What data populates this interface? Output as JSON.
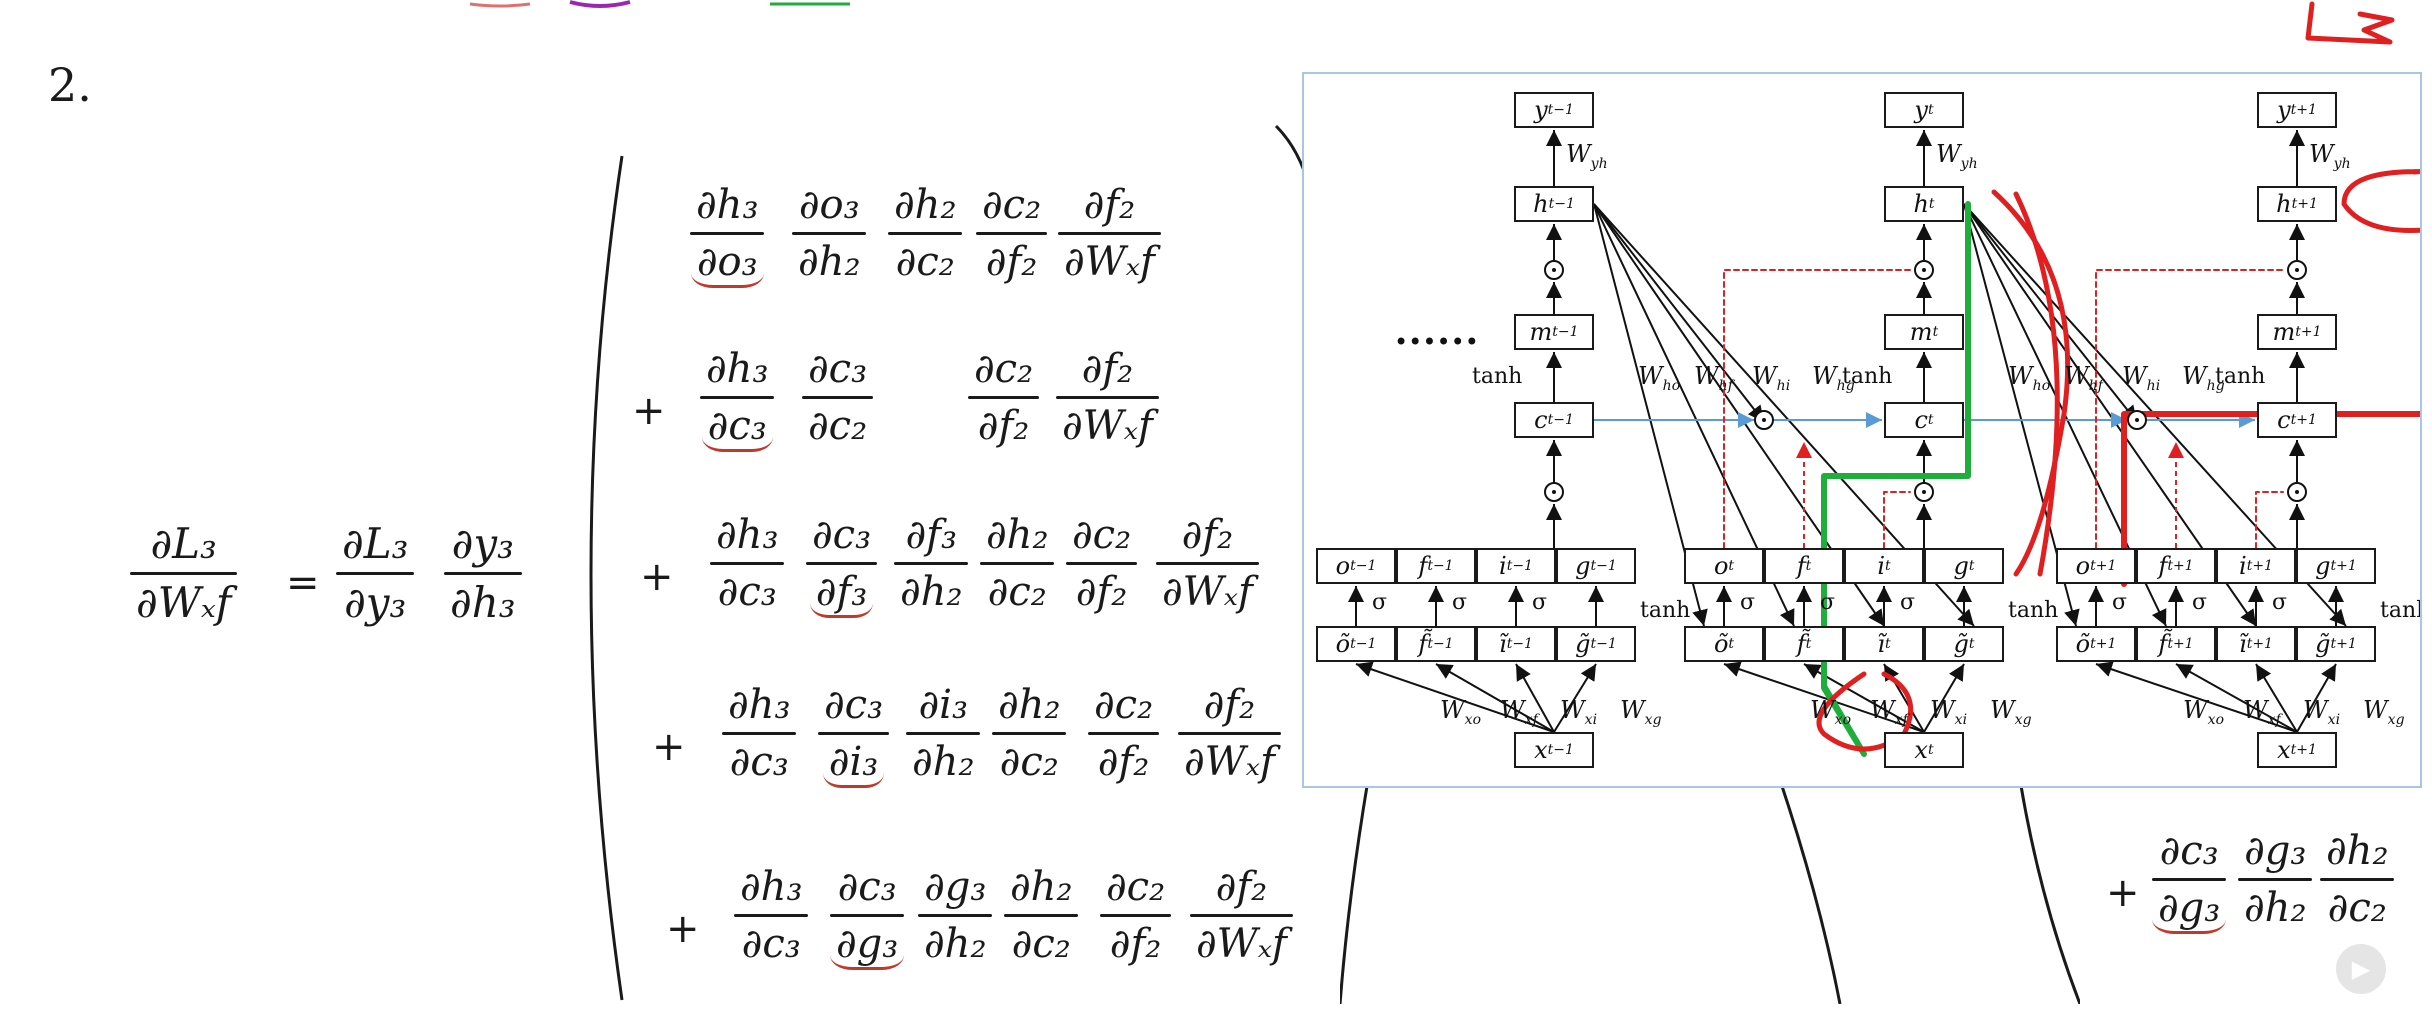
{
  "problem_number": "2.",
  "colors": {
    "ink": "#1a1a1a",
    "red_annotation": "#e02020",
    "green_path": "#1fae3c",
    "panel_border": "#a9c6e6",
    "blue_arrow": "#5b9bd5",
    "red_dotted": "#e02020"
  },
  "lhs": {
    "num": "∂L₃",
    "den": "∂Wₓf"
  },
  "rhs_prefix": [
    {
      "num": "∂L₃",
      "den": "∂y₃"
    },
    {
      "num": "∂y₃",
      "den": "∂h₃"
    }
  ],
  "terms": [
    {
      "sign": "",
      "fracs": [
        {
          "num": "∂h₃",
          "den": "∂o₃"
        },
        {
          "num": "∂o₃",
          "den": "∂h₂"
        },
        {
          "num": "∂h₂",
          "den": "∂c₂"
        },
        {
          "num": "∂c₂",
          "den": "∂f₂"
        },
        {
          "num": "∂f₂",
          "den": "∂Wₓf"
        }
      ]
    },
    {
      "sign": "+",
      "fracs": [
        {
          "num": "∂h₃",
          "den": "∂c₃"
        },
        {
          "num": "∂c₃",
          "den": "∂c₂"
        },
        {
          "num": "∂c₂",
          "den": "∂f₂"
        },
        {
          "num": "∂f₂",
          "den": "∂Wₓf"
        }
      ]
    },
    {
      "sign": "+",
      "fracs": [
        {
          "num": "∂h₃",
          "den": "∂c₃"
        },
        {
          "num": "∂c₃",
          "den": "∂f₃"
        },
        {
          "num": "∂f₃",
          "den": "∂h₂"
        },
        {
          "num": "∂h₂",
          "den": "∂c₂"
        },
        {
          "num": "∂c₂",
          "den": "∂f₂"
        },
        {
          "num": "∂f₂",
          "den": "∂Wₓf"
        }
      ]
    },
    {
      "sign": "+",
      "fracs": [
        {
          "num": "∂h₃",
          "den": "∂c₃"
        },
        {
          "num": "∂c₃",
          "den": "∂i₃"
        },
        {
          "num": "∂i₃",
          "den": "∂h₂"
        },
        {
          "num": "∂h₂",
          "den": "∂c₂"
        },
        {
          "num": "∂c₂",
          "den": "∂f₂"
        },
        {
          "num": "∂f₂",
          "den": "∂Wₓf"
        }
      ]
    },
    {
      "sign": "+",
      "fracs": [
        {
          "num": "∂h₃",
          "den": "∂c₃"
        },
        {
          "num": "∂c₃",
          "den": "∂g₃"
        },
        {
          "num": "∂g₃",
          "den": "∂h₂"
        },
        {
          "num": "∂h₂",
          "den": "∂c₂"
        },
        {
          "num": "∂c₂",
          "den": "∂f₂"
        },
        {
          "num": "∂f₂",
          "den": "∂Wₓf"
        }
      ]
    }
  ],
  "side_term": {
    "sign": "+",
    "fracs": [
      {
        "num": "∂c₃",
        "den": "∂g₃"
      },
      {
        "num": "∂g₃",
        "den": "∂h₂"
      },
      {
        "num": "∂h₂",
        "den": "∂c₂"
      }
    ]
  },
  "diagram": {
    "ellipsis": "••••••",
    "columns": [
      {
        "y": "y",
        "y_sub": "t−1",
        "h": "h",
        "h_sub": "t−1",
        "m": "m",
        "m_sub": "t−1",
        "c": "c",
        "c_sub": "t−1",
        "gates": [
          {
            "l": "o",
            "s": "t−1"
          },
          {
            "l": "f",
            "s": "t−1"
          },
          {
            "l": "i",
            "s": "t−1"
          },
          {
            "l": "g",
            "s": "t−1"
          }
        ],
        "pre": [
          {
            "l": "õ",
            "s": "t−1"
          },
          {
            "l": "f̃",
            "s": "t−1"
          },
          {
            "l": "ĩ",
            "s": "t−1"
          },
          {
            "l": "g̃",
            "s": "t−1"
          }
        ],
        "x": "x",
        "x_sub": "t−1"
      },
      {
        "y": "y",
        "y_sub": "t",
        "h": "h",
        "h_sub": "t",
        "m": "m",
        "m_sub": "t",
        "c": "c",
        "c_sub": "t",
        "gates": [
          {
            "l": "o",
            "s": "t"
          },
          {
            "l": "f",
            "s": "t"
          },
          {
            "l": "i",
            "s": "t"
          },
          {
            "l": "g",
            "s": "t"
          }
        ],
        "pre": [
          {
            "l": "õ",
            "s": "t"
          },
          {
            "l": "f̃",
            "s": "t"
          },
          {
            "l": "ĩ",
            "s": "t"
          },
          {
            "l": "g̃",
            "s": "t"
          }
        ],
        "x": "x",
        "x_sub": "t"
      },
      {
        "y": "y",
        "y_sub": "t+1",
        "h": "h",
        "h_sub": "t+1",
        "m": "m",
        "m_sub": "t+1",
        "c": "c",
        "c_sub": "t+1",
        "gates": [
          {
            "l": "o",
            "s": "t+1"
          },
          {
            "l": "f",
            "s": "t+1"
          },
          {
            "l": "i",
            "s": "t+1"
          },
          {
            "l": "g",
            "s": "t+1"
          }
        ],
        "pre": [
          {
            "l": "õ",
            "s": "t+1"
          },
          {
            "l": "f̃",
            "s": "t+1"
          },
          {
            "l": "ĩ",
            "s": "t+1"
          },
          {
            "l": "g̃",
            "s": "t+1"
          }
        ],
        "x": "x",
        "x_sub": "t+1"
      }
    ],
    "labels": {
      "wyh": "W",
      "wyh_sub": "yh",
      "tanh": "tanh",
      "sigma": "σ",
      "who": "W",
      "who_sub": "ho",
      "whf": "W",
      "whf_sub": "hf",
      "whi": "W",
      "whi_sub": "hi",
      "whg": "W",
      "whg_sub": "hg",
      "wxo": "W",
      "wxo_sub": "xo",
      "wxf": "W",
      "wxf_sub": "xf",
      "wxi": "W",
      "wxi_sub": "xi",
      "wxg": "W",
      "wxg_sub": "xg"
    }
  },
  "player": {
    "play_icon": "play-icon"
  }
}
